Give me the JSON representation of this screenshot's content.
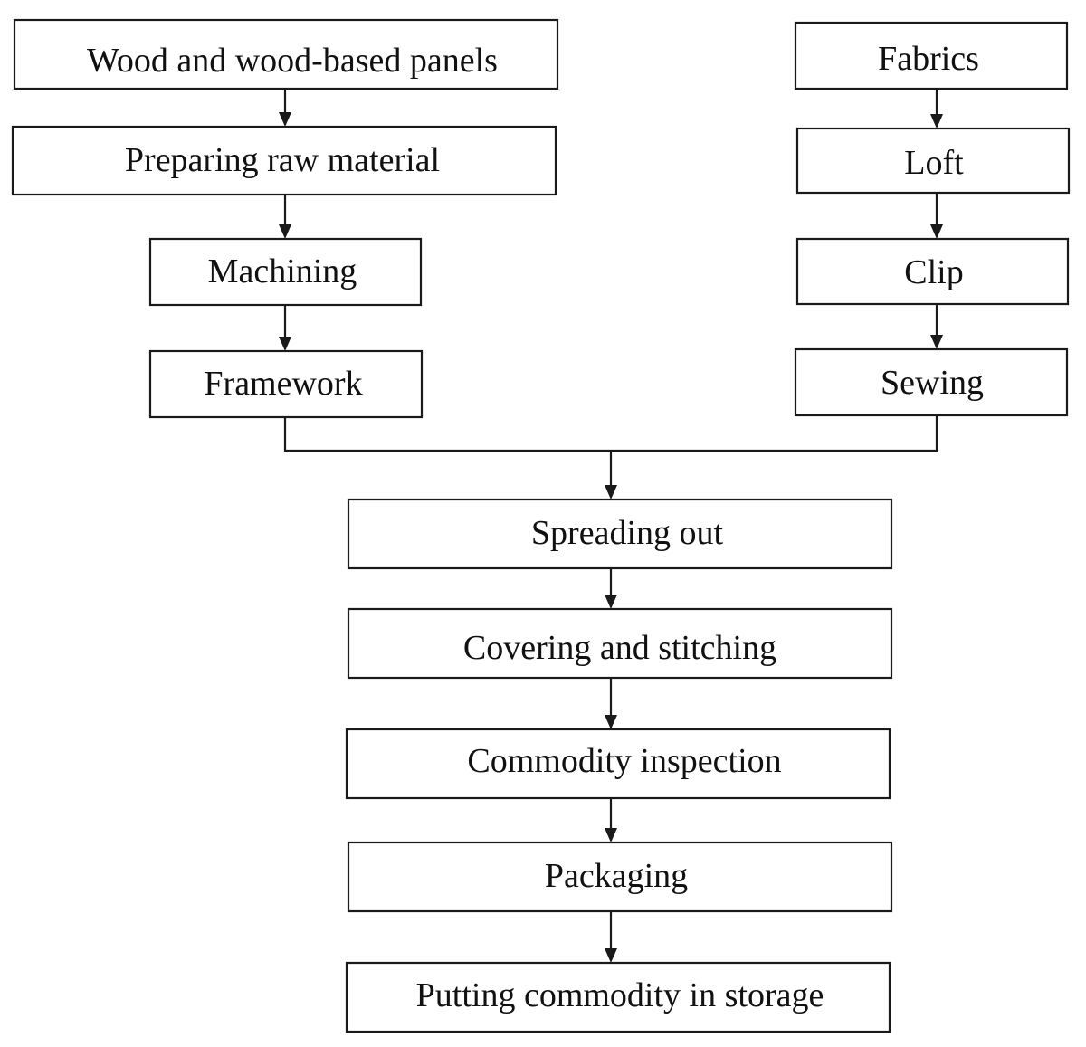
{
  "diagram": {
    "left_branch": [
      {
        "id": "wood",
        "label": "Wood and wood-based panels"
      },
      {
        "id": "prep",
        "label": "Preparing raw material"
      },
      {
        "id": "machining",
        "label": "Machining"
      },
      {
        "id": "framework",
        "label": "Framework"
      }
    ],
    "right_branch": [
      {
        "id": "fabrics",
        "label": "Fabrics"
      },
      {
        "id": "loft",
        "label": "Loft"
      },
      {
        "id": "clip",
        "label": "Clip"
      },
      {
        "id": "sewing",
        "label": "Sewing"
      }
    ],
    "main_flow": [
      {
        "id": "spreading",
        "label": "Spreading out"
      },
      {
        "id": "covering",
        "label": "Covering and stitching"
      },
      {
        "id": "inspection",
        "label": "Commodity inspection"
      },
      {
        "id": "packaging",
        "label": "Packaging"
      },
      {
        "id": "storage",
        "label": "Putting commodity in storage"
      }
    ],
    "edges": [
      [
        "wood",
        "prep"
      ],
      [
        "prep",
        "machining"
      ],
      [
        "machining",
        "framework"
      ],
      [
        "fabrics",
        "loft"
      ],
      [
        "loft",
        "clip"
      ],
      [
        "clip",
        "sewing"
      ],
      [
        "framework",
        "spreading"
      ],
      [
        "sewing",
        "spreading"
      ],
      [
        "spreading",
        "covering"
      ],
      [
        "covering",
        "inspection"
      ],
      [
        "inspection",
        "packaging"
      ],
      [
        "packaging",
        "storage"
      ]
    ],
    "colors": {
      "stroke": "#1a1a1a",
      "text": "#111111",
      "background": "#ffffff"
    }
  }
}
